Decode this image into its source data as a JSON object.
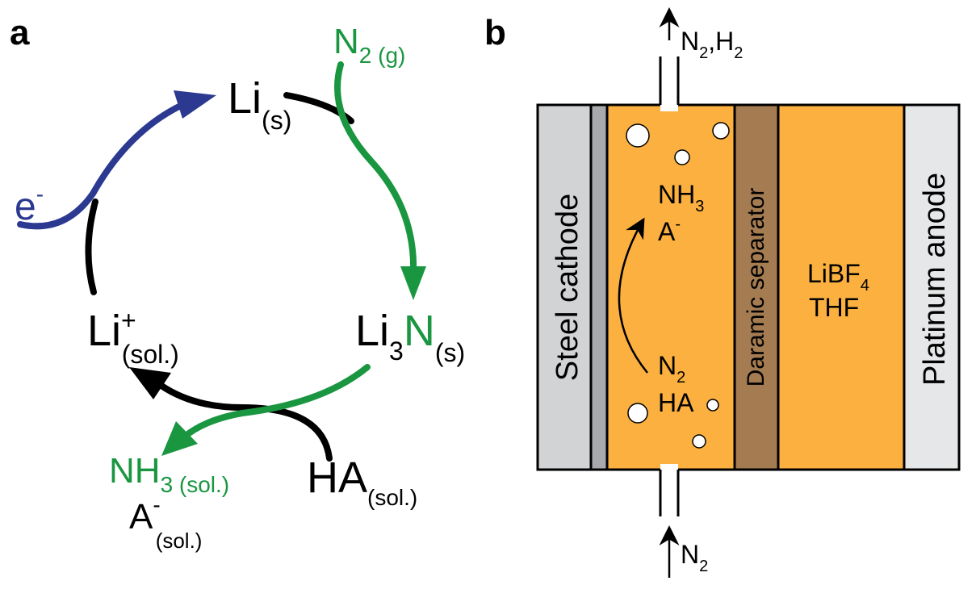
{
  "colors": {
    "green": "#1a9641",
    "blue": "#2b3990",
    "black": "#000000",
    "orange": "#fbb040",
    "brown": "#a57c52",
    "steel_gray": "#d1d3d4",
    "dark_gray": "#a7a9ac",
    "bubble": "#ffffff"
  },
  "panel_a": {
    "label": "a",
    "species": {
      "li_solid": {
        "main": "Li",
        "sub": "(s)"
      },
      "n2_gas": {
        "main": "N",
        "sub": "2 (g)"
      },
      "li3n": {
        "main1": "Li",
        "sub1": "3",
        "main2": "N",
        "sub2": "(s)"
      },
      "li_ion": {
        "main": "Li",
        "sup": "+",
        "sub": "(sol.)"
      },
      "electron": {
        "main": "e",
        "sup": "-"
      },
      "ha": {
        "main": "HA",
        "sub": "(sol.)"
      },
      "nh3": {
        "main": "NH",
        "sub": "3 (sol.)"
      },
      "a_minus": {
        "main": "A",
        "sup": "-",
        "sub": "(sol.)"
      }
    }
  },
  "panel_b": {
    "label": "b",
    "layers": {
      "cathode": "Steel cathode",
      "separator": "Daramic separator",
      "anode": "Platinum anode"
    },
    "electrolyte_left": {
      "nh3": {
        "main": "NH",
        "sub": "3"
      },
      "a_minus": {
        "main": "A",
        "sup": "-"
      },
      "n2": {
        "main": "N",
        "sub": "2"
      },
      "ha": "HA"
    },
    "electrolyte_right": {
      "salt": {
        "main": "LiBF",
        "sub": "4"
      },
      "solvent": "THF"
    },
    "gas_out": {
      "n": "N",
      "sub1": "2",
      "mid": ",H",
      "sub2": "2"
    },
    "gas_in": {
      "main": "N",
      "sub": "2"
    }
  }
}
